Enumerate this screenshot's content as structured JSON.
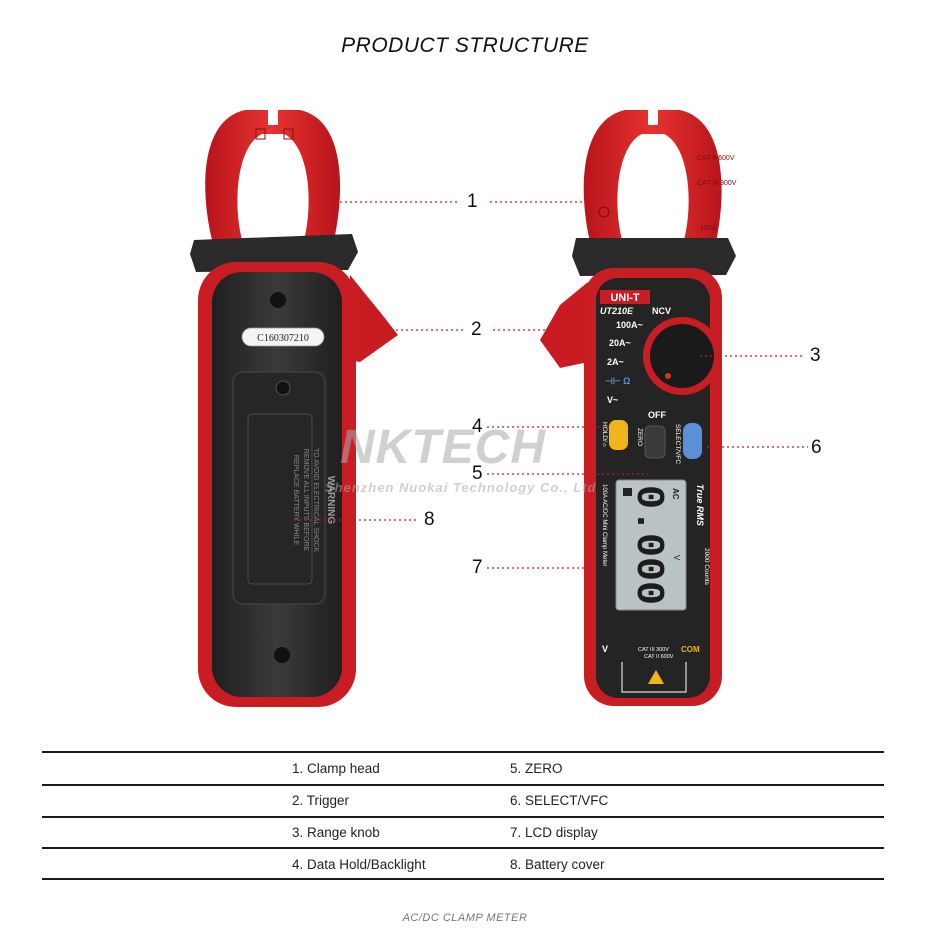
{
  "heading": "PRODUCT STRUCTURE",
  "device": {
    "brand": "UNI-T",
    "model": "UT210E",
    "serial_label": "C160307210",
    "ncv": "NCV",
    "ranges": [
      "100A~",
      "20A~",
      "2A~",
      "V~"
    ],
    "off": "OFF",
    "hold_label": "HOLD/☼",
    "zero_label": "ZERO",
    "select_label": "SELECT/VFC",
    "true_rms": "True RMS",
    "counts": "2000 Counts",
    "description": "100A AC/DC Mini Clamp Meter",
    "lcd_reading": "0.000",
    "lcd_ac": "AC",
    "lcd_unit": "V",
    "terminal_v": "V",
    "terminal_com": "COM",
    "cat_rating_1": "CAT III 300V",
    "cat_rating_2": "CAT II 600V",
    "jaw_cat_1": "CAT II 600V",
    "jaw_cat_2": "CAT III 300V",
    "jaw_max": "100A",
    "warning_title": "WARNING",
    "warning_lines": [
      "TO AVOID ELECTRICAL SHOCK",
      "REMOVE ALL INPUTS BEFORE",
      "REPLACE BATTERY WHILE"
    ]
  },
  "watermark": {
    "brand": "NKTECH",
    "company": "Shenzhen Nuokai Technology Co., Ltd"
  },
  "callouts": [
    "1",
    "2",
    "3",
    "4",
    "5",
    "6",
    "7",
    "8"
  ],
  "legend": [
    [
      "1. Clamp head",
      "5. ZERO"
    ],
    [
      "2. Trigger",
      "6. SELECT/VFC"
    ],
    [
      "3. Range knob",
      "7. LCD display"
    ],
    [
      "4. Data Hold/Backlight",
      "8. Battery cover"
    ]
  ],
  "footer": "AC/DC  CLAMP METER",
  "colors": {
    "body_red": "#d3202a",
    "body_black": "#2b2b2b",
    "lcd": "#b9c3c6",
    "hold_button": "#f0b41c",
    "select_button": "#5b8fd9"
  }
}
